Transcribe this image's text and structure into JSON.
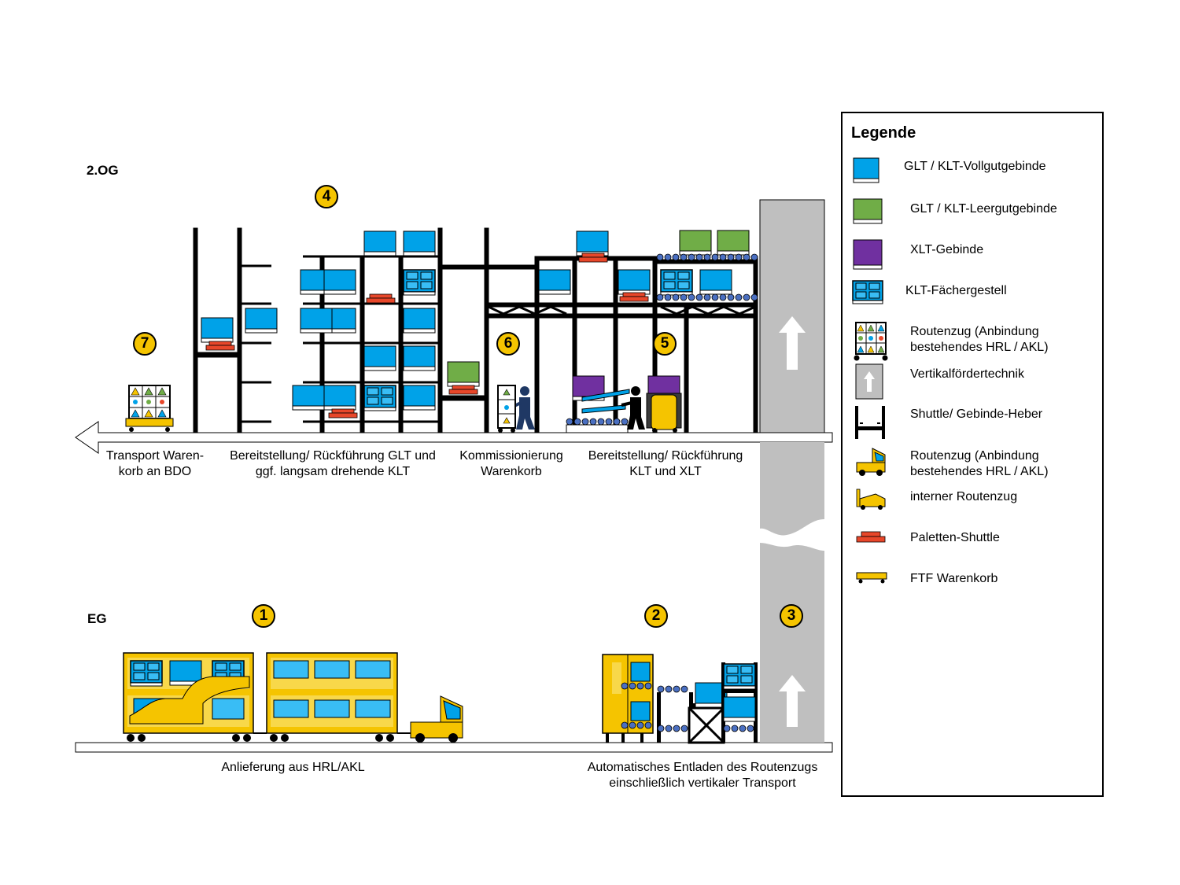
{
  "floors": {
    "upper": "2.OG",
    "ground": "EG"
  },
  "stations": [
    {
      "number": "1",
      "caption": "Anlieferung aus HRL/AKL"
    },
    {
      "number": "2",
      "caption": "Automatisches Entladen des Routenzugs\neinschließlich vertikaler Transport"
    },
    {
      "number": "3",
      "caption": ""
    },
    {
      "number": "4",
      "caption": "Bereitstellung/ Rückführung GLT und\nggf. langsam drehende KLT"
    },
    {
      "number": "5",
      "caption": "Bereitstellung/ Rückführung\nKLT und XLT"
    },
    {
      "number": "6",
      "caption": "Kommissionierung\nWarenkorb"
    },
    {
      "number": "7",
      "caption": "Transport Waren-\nkorb an BDO"
    }
  ],
  "legend": {
    "title": "Legende",
    "items": [
      {
        "icon": "blue-container-icon",
        "label": "GLT / KLT-Vollgutgebinde"
      },
      {
        "icon": "green-container-icon",
        "label": "GLT / KLT-Leergutgebinde"
      },
      {
        "icon": "purple-container-icon",
        "label": "XLT-Gebinde"
      },
      {
        "icon": "compartment-rack-icon",
        "label": "KLT-Fächergestell"
      },
      {
        "icon": "routing-cart-icon",
        "label": "Routenzug (Anbindung\nbestehendes HRL / AKL)"
      },
      {
        "icon": "vertical-conveyor-icon",
        "label": "Vertikalfördertechnik"
      },
      {
        "icon": "shuttle-lift-icon",
        "label": "Shuttle/ Gebinde-Heber"
      },
      {
        "icon": "tractor-icon",
        "label": "Routenzug (Anbindung\nbestehendes HRL / AKL)"
      },
      {
        "icon": "internal-tugger-icon",
        "label": "interner Routenzug"
      },
      {
        "icon": "pallet-shuttle-icon",
        "label": "Paletten-Shuttle"
      },
      {
        "icon": "agv-basket-icon",
        "label": "FTF Warenkorb"
      }
    ]
  },
  "colors": {
    "full_container": "#00A2E8",
    "empty_container": "#70AD47",
    "xlt_container": "#7030A0",
    "train": "#F5C400",
    "pallet_shuttle": "#E8472A",
    "conveyor": "#BFBFBF",
    "roller": "#4A6FC1",
    "worker": "#1F3864"
  }
}
